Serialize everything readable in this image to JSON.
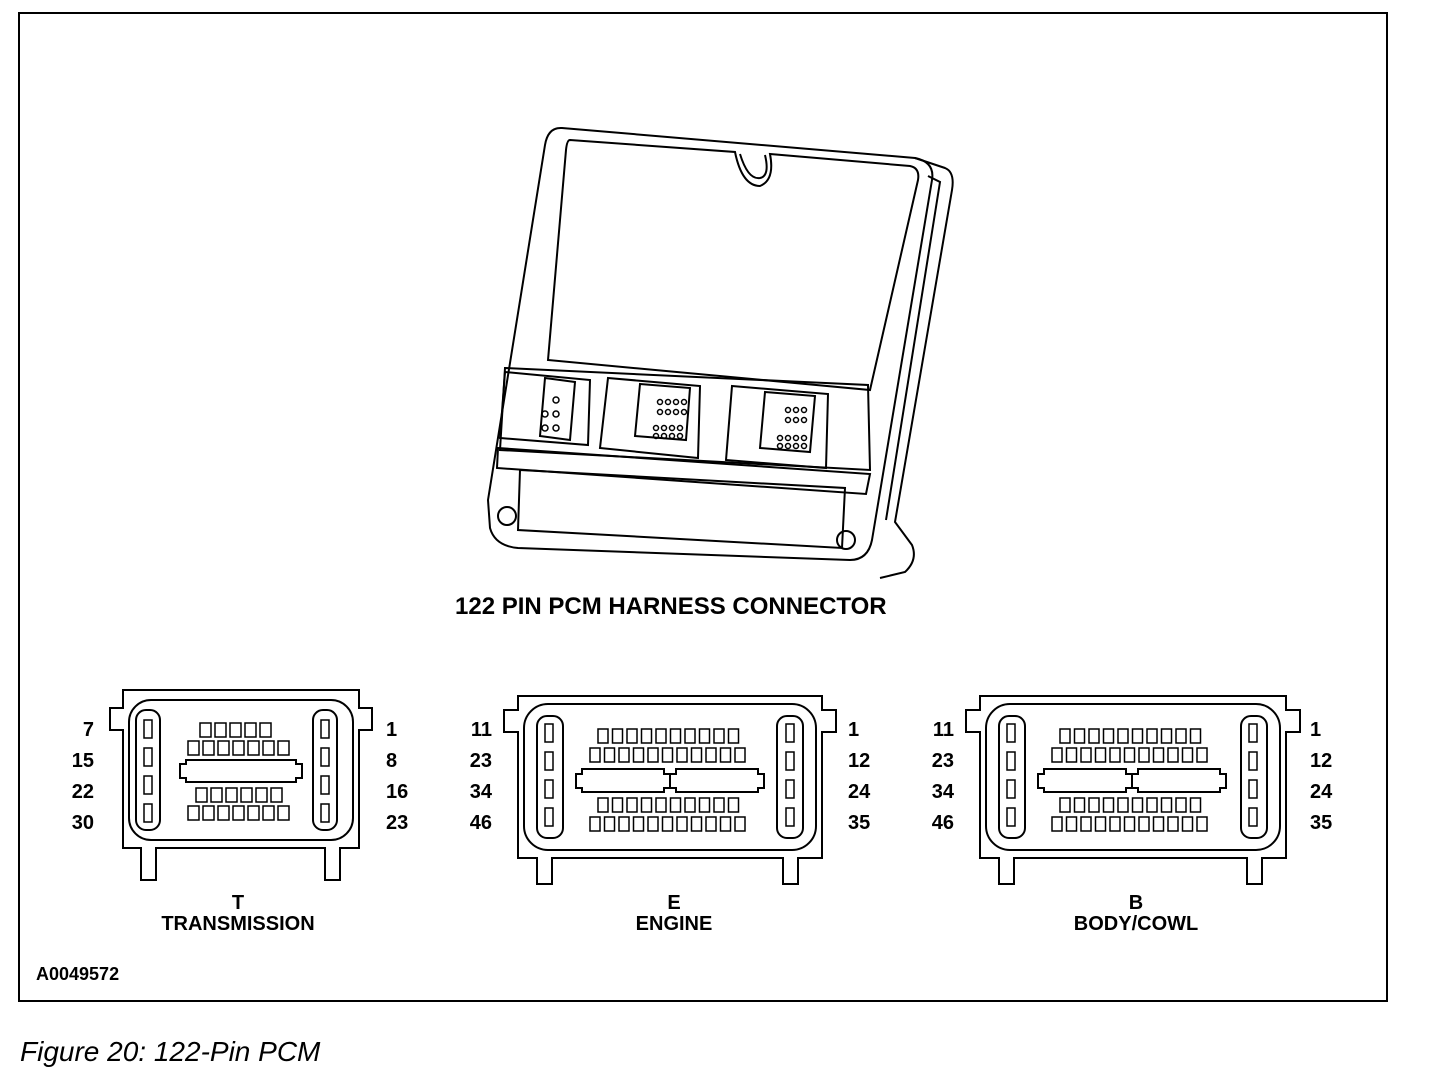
{
  "main_title": "122 PIN PCM HARNESS CONNECTOR",
  "figure_code": "A0049572",
  "caption": "Figure 20: 122-Pin PCM",
  "connectors": [
    {
      "letter": "T",
      "name": "TRANSMISSION",
      "left_pins": [
        "7",
        "15",
        "22",
        "30"
      ],
      "right_pins": [
        "1",
        "8",
        "16",
        "23"
      ]
    },
    {
      "letter": "E",
      "name": "ENGINE",
      "left_pins": [
        "11",
        "23",
        "34",
        "46"
      ],
      "right_pins": [
        "1",
        "12",
        "24",
        "35"
      ]
    },
    {
      "letter": "B",
      "name": "BODY/COWL",
      "left_pins": [
        "11",
        "23",
        "34",
        "46"
      ],
      "right_pins": [
        "1",
        "12",
        "24",
        "35"
      ]
    }
  ]
}
